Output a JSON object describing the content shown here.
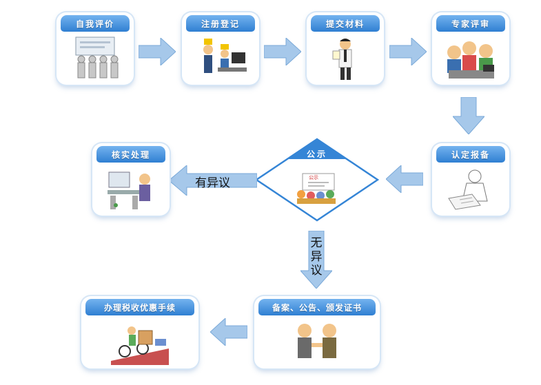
{
  "steps": {
    "self_eval": "自我评价",
    "register": "注册登记",
    "submit": "提交材料",
    "expert_review": "专家评审",
    "confirm_report": "认定报备",
    "publicity": "公示",
    "verify": "核实处理",
    "filing": "备案、公告、颁发证书",
    "tax": "办理税收优惠手续"
  },
  "illustration_text": {
    "publicity_board": "公示"
  },
  "edges": {
    "objection": "有异议",
    "no_objection": [
      "无",
      "异",
      "议"
    ]
  },
  "colors": {
    "header": "#3585d6",
    "arrow": "#a6c8ea",
    "card_border": "#d6e6f6"
  }
}
